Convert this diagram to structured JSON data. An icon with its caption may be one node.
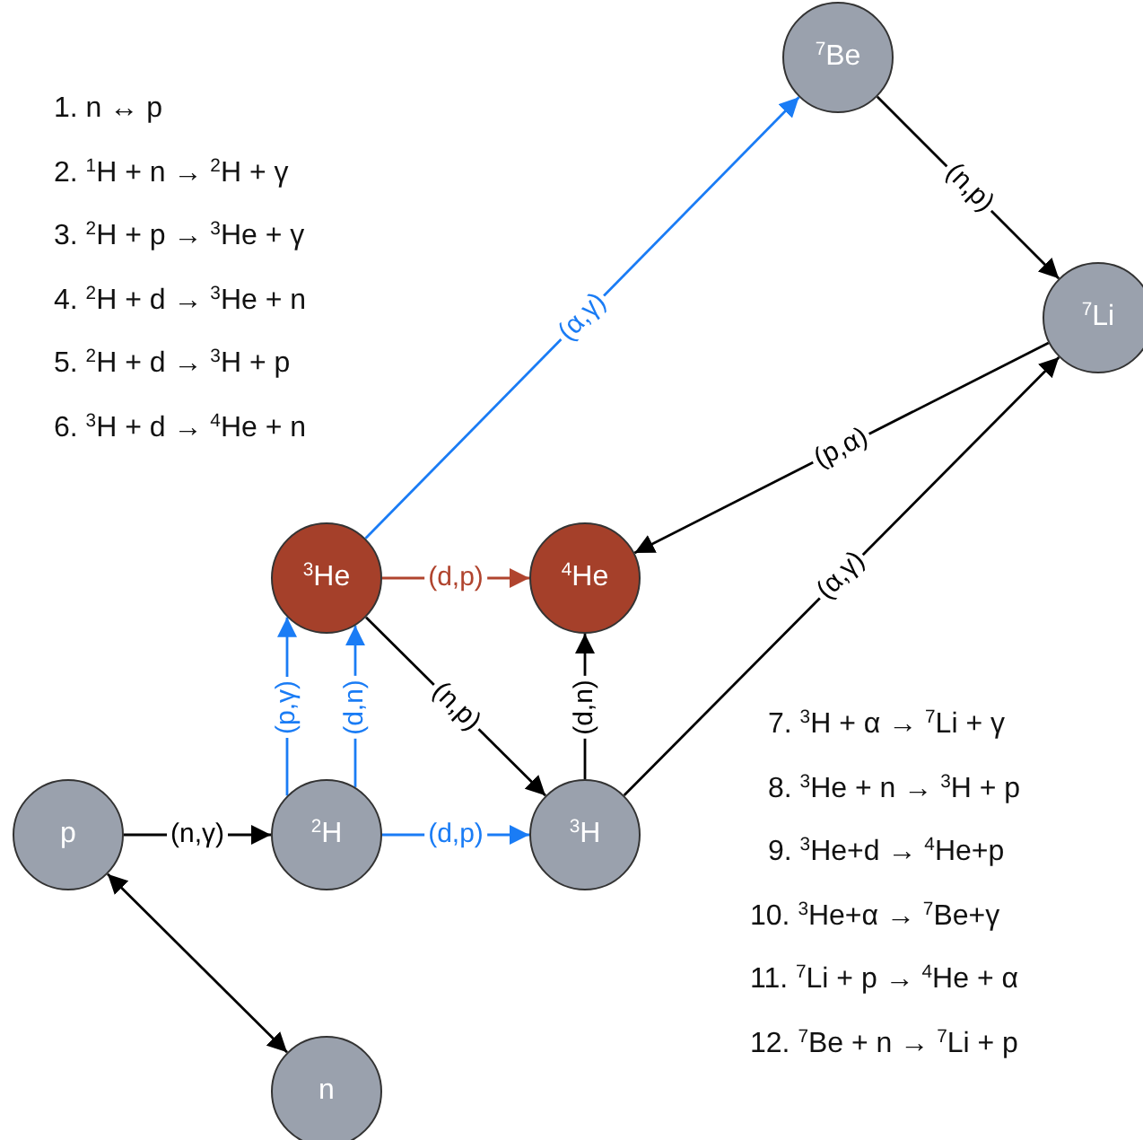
{
  "diagram": {
    "nodes": [
      {
        "text": [
          "p"
        ]
      },
      {
        "text": [
          "n"
        ]
      },
      {
        "text": [
          "$^{2}$H"
        ]
      },
      {
        "text": [
          "$^{3}$H"
        ]
      },
      {
        "text": [
          "$^{3}$He"
        ]
      },
      {
        "text": [
          "$^{4}$He"
        ]
      },
      {
        "text": [
          "$^{7}$Be"
        ]
      },
      {
        "text": [
          "$^{7}$Li"
        ]
      }
    ],
    "edges": [
      {
        "from": 0,
        "to": 1,
        "arrow": "both"
      },
      {
        "from": 0,
        "to": 2,
        "arrow": "to",
        "label": "(n,γ)"
      },
      {
        "from": 2,
        "to": 4,
        "arrow": "to",
        "label": "(p,γ)",
        "color": "#1a7cf5"
      },
      {
        "from": 2,
        "to": 4,
        "arrow": "to",
        "label": "(d,n)",
        "color": "#1a7cf5"
      },
      {
        "from": 2,
        "to": 3,
        "arrow": "to",
        "label": "(d,p)",
        "color": "#1a7cf5"
      },
      {
        "from": 4,
        "to": 5,
        "arrow": "to",
        "label": "(d,p)",
        "color": "#b0442e"
      },
      {
        "from": 4,
        "to": 3,
        "arrow": "to",
        "label": "(n,p)"
      },
      {
        "from": 3,
        "to": 5,
        "arrow": "to",
        "label": "(d,n)"
      },
      {
        "from": 4,
        "to": 6,
        "arrow": "to",
        "label": "(α,γ)",
        "color": "#1a7cf5"
      },
      {
        "from": 6,
        "to": 7,
        "arrow": "to",
        "label": "(n,p)"
      },
      {
        "from": 7,
        "to": 5,
        "arrow": "to",
        "label": "(p,α)"
      },
      {
        "from": 3,
        "to": 7,
        "arrow": "to",
        "label": "(α,γ)"
      }
    ],
    "labels": [
      "1. n ↔ p",
      "2. $^{1}$H + n → $^{2}$H + γ",
      "3. $^{2}$H + p → $^{3}$He + γ",
      "4. $^{2}$H + d → $^{3}$He + n",
      "5. $^{2}$H + d → $^{3}$H + p",
      "6. $^{3}$H + d → $^{4}$He + n",
      "7. $^{3}$H + α → $^{7}$Li + γ",
      "8. $^{3}$He + n → $^{3}$H + p",
      "9. $^{3}$He+d → $^{4}$He+p",
      "10. $^{3}$He+α → $^{7}$Be+γ",
      "11. $^{7}$Li + p → $^{4}$He + α",
      "12. $^{7}$Be + n → $^{7}$Li + p"
    ]
  }
}
